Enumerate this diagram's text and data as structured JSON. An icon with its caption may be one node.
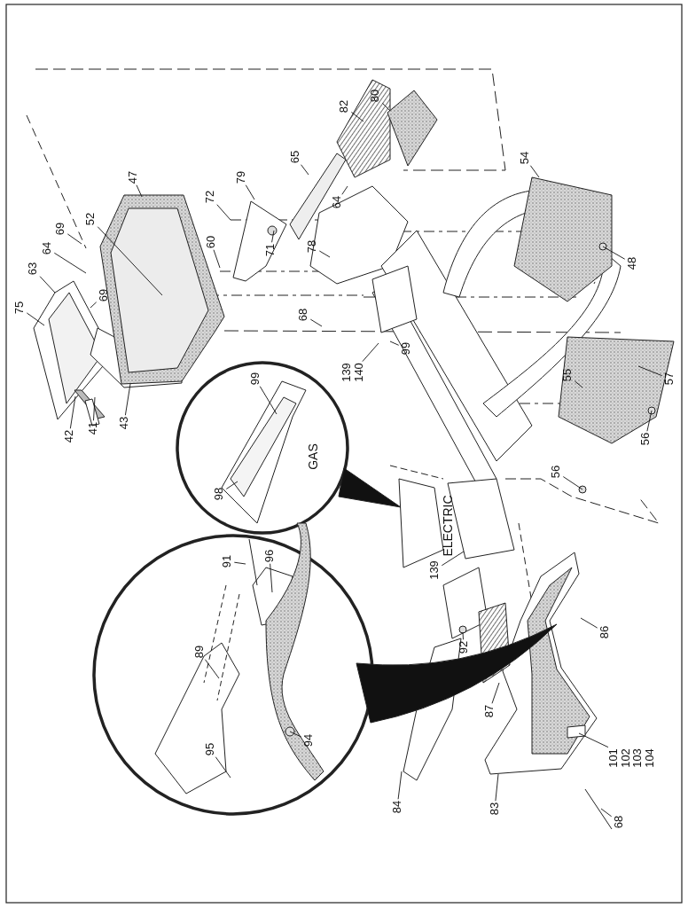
{
  "diagram": {
    "nodes": [
      {
        "text": [
          "75"
        ]
      },
      {
        "text": [
          "63"
        ]
      },
      {
        "text": [
          "64"
        ]
      },
      {
        "text": [
          "69"
        ]
      },
      {
        "text": [
          "52"
        ]
      },
      {
        "text": [
          "69"
        ]
      },
      {
        "text": [
          "47"
        ]
      },
      {
        "text": [
          "42"
        ]
      },
      {
        "text": [
          "41"
        ]
      },
      {
        "text": [
          "43"
        ]
      },
      {
        "text": [
          "72"
        ]
      },
      {
        "text": [
          "79"
        ]
      },
      {
        "text": [
          "60"
        ]
      },
      {
        "text": [
          "71"
        ]
      },
      {
        "text": [
          "65"
        ]
      },
      {
        "text": [
          "64"
        ]
      },
      {
        "text": [
          "78"
        ]
      },
      {
        "text": [
          "68"
        ]
      },
      {
        "text": [
          "82"
        ]
      },
      {
        "text": [
          "80"
        ]
      },
      {
        "text": [
          "54"
        ]
      },
      {
        "text": [
          "48"
        ]
      },
      {
        "text": [
          "139 140"
        ]
      },
      {
        "text": [
          "99"
        ]
      },
      {
        "text": [
          "99"
        ]
      },
      {
        "text": [
          "98"
        ]
      },
      {
        "text": [
          "55"
        ]
      },
      {
        "text": [
          "57"
        ]
      },
      {
        "text": [
          "56"
        ]
      },
      {
        "text": [
          "56"
        ]
      },
      {
        "text": [
          "139"
        ]
      },
      {
        "text": [
          "91"
        ]
      },
      {
        "text": [
          "96"
        ]
      },
      {
        "text": [
          "92"
        ]
      },
      {
        "text": [
          "86"
        ]
      },
      {
        "text": [
          "89"
        ]
      },
      {
        "text": [
          "87"
        ]
      },
      {
        "text": [
          "94"
        ]
      },
      {
        "text": [
          "95"
        ]
      },
      {
        "text": [
          "101 102 103 104"
        ]
      },
      {
        "text": [
          "84"
        ]
      },
      {
        "text": [
          "83"
        ]
      },
      {
        "text": [
          "68"
        ]
      }
    ],
    "edges": [
      {
        "from": 0,
        "to": null,
        "arrow": "none"
      },
      {
        "from": 1,
        "to": null,
        "arrow": "none"
      },
      {
        "from": 2,
        "to": null,
        "arrow": "none"
      },
      {
        "from": 3,
        "to": null,
        "arrow": "none"
      },
      {
        "from": 4,
        "to": null,
        "arrow": "none"
      },
      {
        "from": 5,
        "to": null,
        "arrow": "none"
      },
      {
        "from": 6,
        "to": null,
        "arrow": "none"
      },
      {
        "from": 7,
        "to": null,
        "arrow": "none"
      },
      {
        "from": 8,
        "to": null,
        "arrow": "none"
      },
      {
        "from": 9,
        "to": null,
        "arrow": "none"
      },
      {
        "from": 10,
        "to": null,
        "arrow": "none"
      },
      {
        "from": 11,
        "to": null,
        "arrow": "none"
      },
      {
        "from": 12,
        "to": null,
        "arrow": "none"
      },
      {
        "from": 13,
        "to": null,
        "arrow": "none"
      },
      {
        "from": 14,
        "to": null,
        "arrow": "none"
      },
      {
        "from": 15,
        "to": null,
        "arrow": "none"
      },
      {
        "from": 16,
        "to": null,
        "arrow": "none"
      },
      {
        "from": 17,
        "to": null,
        "arrow": "none"
      },
      {
        "from": 18,
        "to": null,
        "arrow": "none"
      },
      {
        "from": 19,
        "to": null,
        "arrow": "none"
      },
      {
        "from": 20,
        "to": null,
        "arrow": "none"
      },
      {
        "from": 21,
        "to": null,
        "arrow": "none"
      },
      {
        "from": 22,
        "to": null,
        "arrow": "none"
      },
      {
        "from": 23,
        "to": null,
        "arrow": "none"
      },
      {
        "from": 24,
        "to": null,
        "arrow": "none"
      },
      {
        "from": 25,
        "to": null,
        "arrow": "none"
      },
      {
        "from": 26,
        "to": null,
        "arrow": "none"
      },
      {
        "from": 27,
        "to": null,
        "arrow": "none"
      },
      {
        "from": 28,
        "to": null,
        "arrow": "none"
      },
      {
        "from": 29,
        "to": null,
        "arrow": "none"
      },
      {
        "from": 30,
        "to": null,
        "arrow": "none"
      },
      {
        "from": 31,
        "to": null,
        "arrow": "none"
      },
      {
        "from": 32,
        "to": null,
        "arrow": "none"
      },
      {
        "from": 33,
        "to": null,
        "arrow": "none"
      },
      {
        "from": 34,
        "to": null,
        "arrow": "none"
      },
      {
        "from": 35,
        "to": null,
        "arrow": "none"
      },
      {
        "from": 36,
        "to": null,
        "arrow": "none"
      },
      {
        "from": 37,
        "to": null,
        "arrow": "none"
      },
      {
        "from": 38,
        "to": null,
        "arrow": "none"
      },
      {
        "from": 39,
        "to": null,
        "arrow": "none"
      },
      {
        "from": 40,
        "to": null,
        "arrow": "none"
      },
      {
        "from": 41,
        "to": null,
        "arrow": "none"
      },
      {
        "from": 42,
        "to": null,
        "arrow": "none"
      }
    ],
    "labels": [
      "GAS",
      "ELECTRIC"
    ]
  }
}
